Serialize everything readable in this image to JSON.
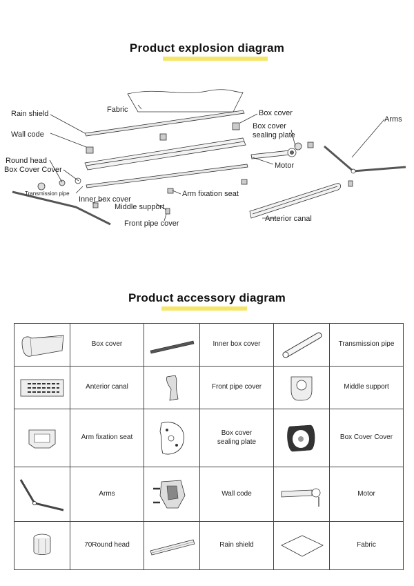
{
  "explosion": {
    "title": "Product explosion diagram",
    "labels": {
      "fabric": "Fabric",
      "rain_shield": "Rain shield",
      "wall_code": "Wall code",
      "round_head": "Round head",
      "box_cover_cover": "Box Cover Cover",
      "transmission_pipe": "Transmission pipe",
      "box_cover": "Box cover",
      "box_cover_sealing_plate_1": "Box cover",
      "box_cover_sealing_plate_2": "sealing plate",
      "arms": "Arms",
      "motor": "Motor",
      "inner_box_cover": "Inner box cover",
      "arm_fixation_seat": "Arm fixation seat",
      "middle_support": "Middle support",
      "front_pipe_cover": "Front pipe cover",
      "anterior_canal": "Anterior canal"
    }
  },
  "accessory": {
    "title": "Product accessory diagram",
    "rows": [
      [
        {
          "icon": "box-cover-icon",
          "label": "Box cover"
        },
        {
          "icon": "inner-box-cover-icon",
          "label": "Inner box cover"
        },
        {
          "icon": "transmission-pipe-icon",
          "label": "Transmission pipe"
        }
      ],
      [
        {
          "icon": "anterior-canal-icon",
          "label": "Anterior canal"
        },
        {
          "icon": "front-pipe-cover-icon",
          "label": "Front pipe cover"
        },
        {
          "icon": "middle-support-icon",
          "label": "Middle support"
        }
      ],
      [
        {
          "icon": "arm-fixation-seat-icon",
          "label": "Arm fixation seat"
        },
        {
          "icon": "box-cover-sealing-plate-icon",
          "label": "Box cover\nsealing plate"
        },
        {
          "icon": "box-cover-cover-icon",
          "label": "Box Cover Cover"
        }
      ],
      [
        {
          "icon": "arms-icon",
          "label": "Arms"
        },
        {
          "icon": "wall-code-icon",
          "label": "Wall code"
        },
        {
          "icon": "motor-icon",
          "label": "Motor"
        }
      ],
      [
        {
          "icon": "round-head-icon",
          "label": "70Round head"
        },
        {
          "icon": "rain-shield-icon",
          "label": "Rain shield"
        },
        {
          "icon": "fabric-icon",
          "label": "Fabric"
        }
      ]
    ]
  }
}
